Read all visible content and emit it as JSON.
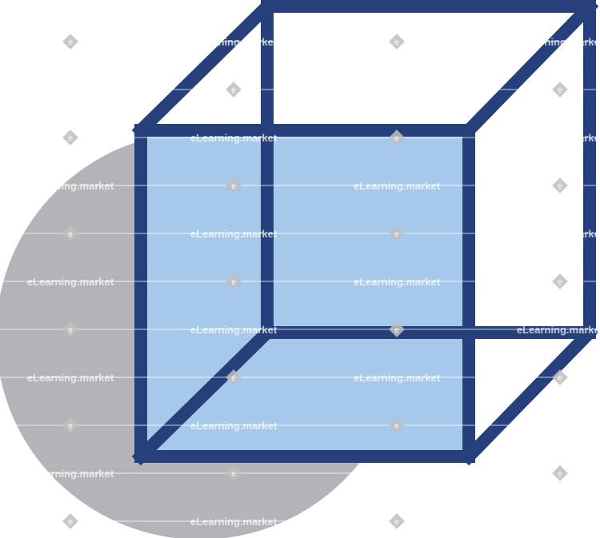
{
  "illustration": {
    "subject": "cube-outline",
    "colors": {
      "circle_fill": "#b4b3b8",
      "front_face_fill": "#a6c9ea",
      "edge_stroke": "#25407b",
      "background": "#ffffff"
    }
  },
  "watermark": {
    "text": "eLearning.market",
    "badge_letter": "e",
    "color": "#bfbfbf"
  }
}
